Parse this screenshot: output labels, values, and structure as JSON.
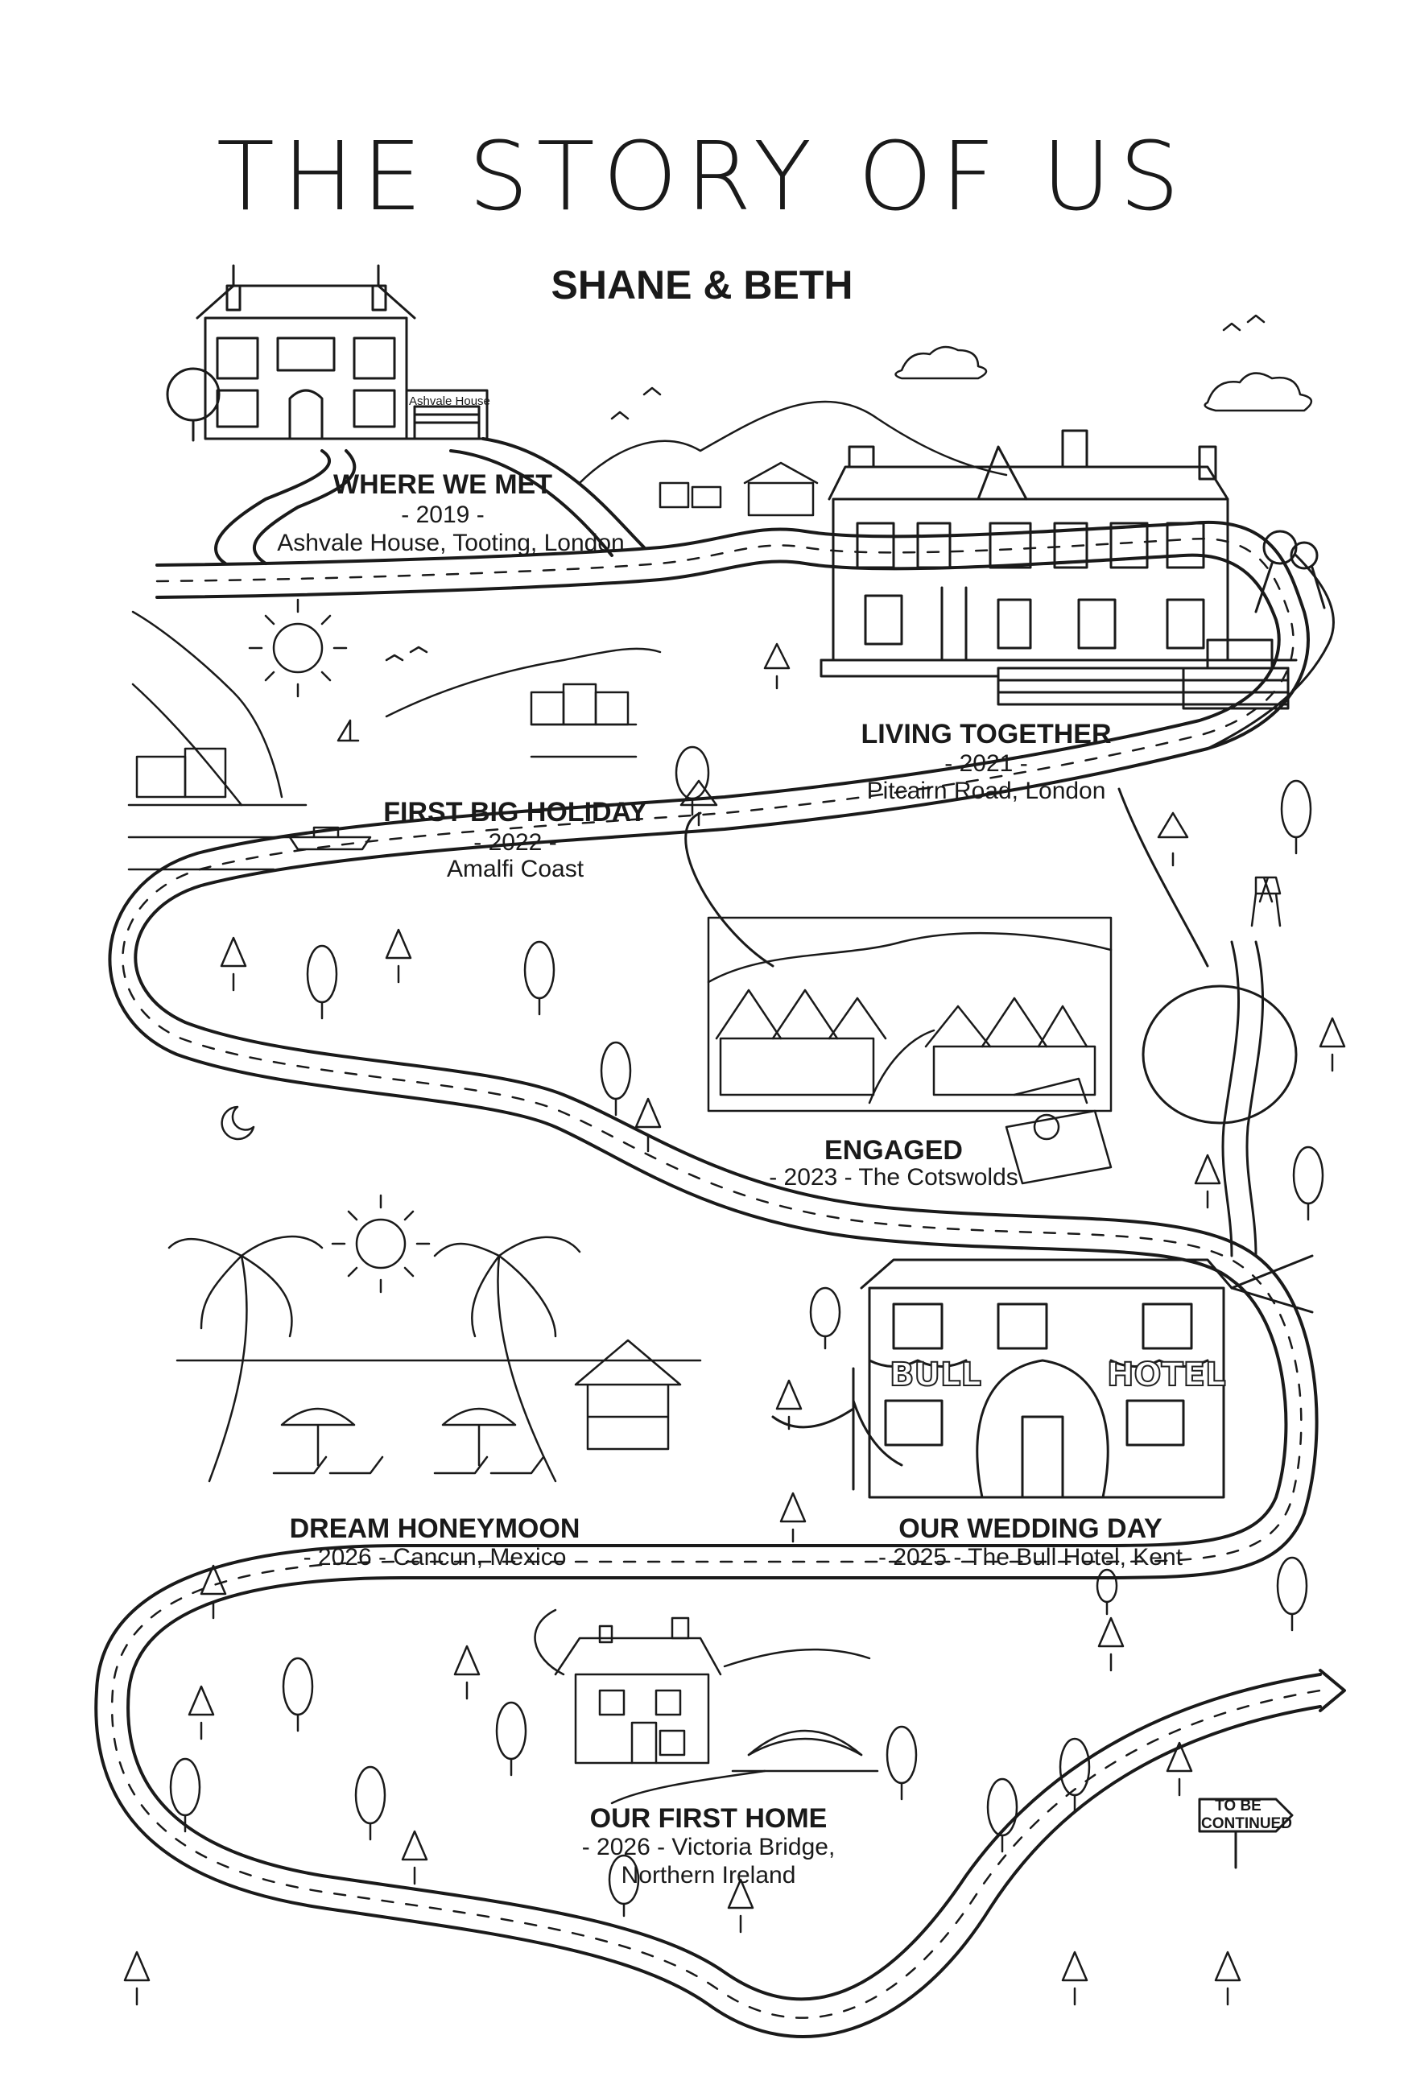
{
  "title": "THE STORY OF US",
  "subtitle": "SHANE & BETH",
  "milestones": [
    {
      "heading": "WHERE WE MET",
      "date": "- 2019 -",
      "place": "Ashvale House, Tooting, London"
    },
    {
      "heading": "LIVING TOGETHER",
      "date": "- 2021 -",
      "place": "Pitcairn Road, London"
    },
    {
      "heading": "FIRST BIG HOLIDAY",
      "date": "- 2022 -",
      "place": "Amalfi Coast"
    },
    {
      "heading": "ENGAGED",
      "line": "- 2023 - The Cotswolds"
    },
    {
      "heading": "DREAM HONEYMOON",
      "line": "- 2026 - Cancun, Mexico"
    },
    {
      "heading": "OUR WEDDING DAY",
      "line": "- 2025 - The Bull Hotel, Kent"
    },
    {
      "heading": "OUR FIRST HOME",
      "date_place": "- 2026 - Victoria Bridge,",
      "place2": "Northern Ireland"
    }
  ],
  "signs": {
    "ashvale_house": "Ashvale House",
    "to_be": "TO BE",
    "continued": "CONTINUED",
    "bull": "BULL",
    "hotel": "HOTEL"
  },
  "style": {
    "ink": "#1a1a1a",
    "paper": "#ffffff"
  }
}
